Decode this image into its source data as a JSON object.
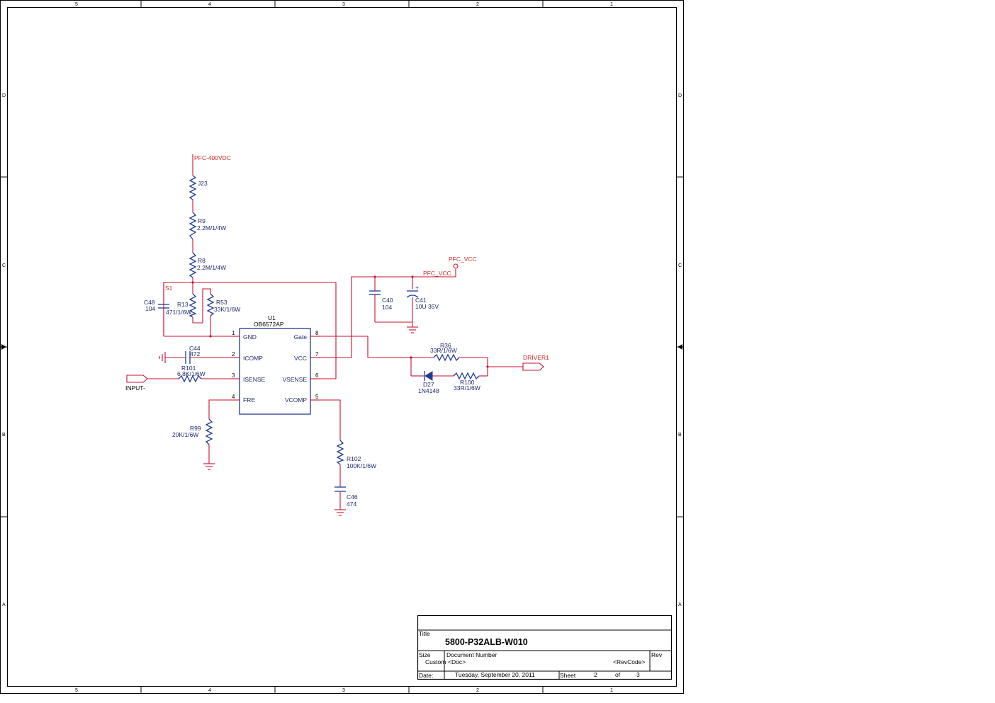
{
  "border": {
    "columns": [
      "5",
      "4",
      "3",
      "2",
      "1"
    ],
    "rows": [
      "D",
      "C",
      "B",
      "A"
    ]
  },
  "nets": {
    "pfc_400vdc": "PFC-400VDC",
    "pfc_vcc_top": "PFC_VCC",
    "pfc_vcc": "PFC_VCC",
    "s1": "S1",
    "input": "INPUT-",
    "driver": "DRIVER1"
  },
  "components": {
    "j23": "J23",
    "r9_ref": "R9",
    "r9_val": "2.2M/1/4W",
    "r8_ref": "R8",
    "r8_val": "2.2M/1/4W",
    "c48_ref": "C48",
    "c48_val": "104",
    "r13_ref": "R13",
    "r13_val": "471/1/6W",
    "r53_ref": "R53",
    "r53_val": "33K/1/6W",
    "u1_ref": "U1",
    "u1_val": "OB6572AP",
    "c44_ref": "C44",
    "c44_val": "472",
    "r101_ref": "R101",
    "r101_val": "6.8K/1/6W",
    "r99_ref": "R99",
    "r99_val": "20K/1/6W",
    "r102_ref": "R102",
    "r102_val": "100K/1/6W",
    "c46_ref": "C46",
    "c46_val": "474",
    "c40_ref": "C40",
    "c40_val": "104",
    "c41_ref": "C41",
    "c41_val": "10U 35V",
    "c41_plus": "+",
    "r36_ref": "R36",
    "r36_val": "33R/1/6W",
    "d27_ref": "D27",
    "d27_val": "1N4148",
    "r100_ref": "R100",
    "r100_val": "33R/1/6W"
  },
  "ic_pins": {
    "left": [
      {
        "num": "1",
        "name": "GND"
      },
      {
        "num": "2",
        "name": "ICOMP"
      },
      {
        "num": "3",
        "name": "ISENSE"
      },
      {
        "num": "4",
        "name": "FRE"
      }
    ],
    "right": [
      {
        "num": "8",
        "name": "Gate"
      },
      {
        "num": "7",
        "name": "VCC"
      },
      {
        "num": "6",
        "name": "VSENSE"
      },
      {
        "num": "5",
        "name": "VCOMP"
      }
    ]
  },
  "title_block": {
    "title_label": "Title",
    "title": "5800-P32ALB-W010",
    "size_label": "Size",
    "size": "Custom",
    "docnum_label": "Document Number",
    "docnum": "<Doc>",
    "revcode": "<RevCode>",
    "rev_label": "Rev",
    "date_label": "Date:",
    "date": "Tuesday, September 20, 2011",
    "sheet_label": "Sheet",
    "sheet": "2",
    "of_label": "of",
    "of": "3"
  }
}
